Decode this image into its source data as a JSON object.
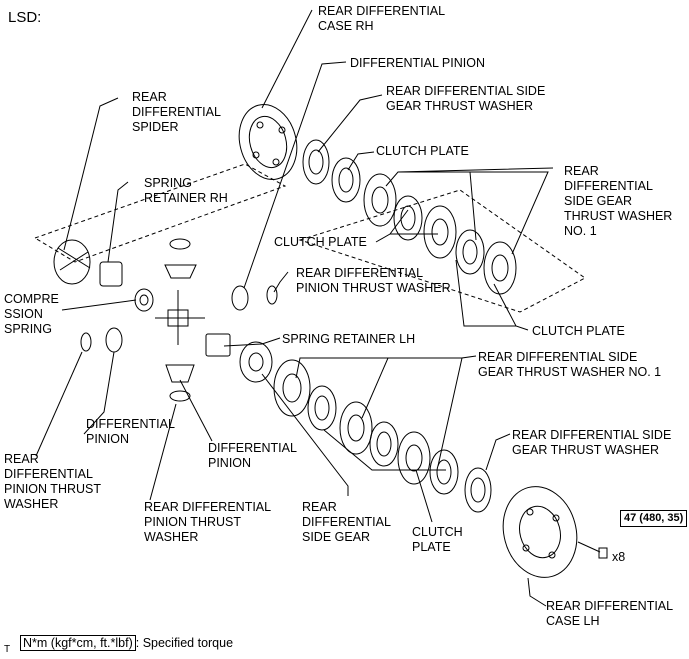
{
  "title": "LSD:",
  "labels": {
    "case_rh": "REAR DIFFERENTIAL\nCASE RH",
    "diff_pinion_top": "DIFFERENTIAL PINION",
    "side_gear_thrust_washer_top": "REAR DIFFERENTIAL SIDE\nGEAR THRUST WASHER",
    "spider": "REAR\nDIFFERENTIAL\nSPIDER",
    "clutch_plate_1": "CLUTCH PLATE",
    "side_gear_thrust_washer_no1_top": "REAR\nDIFFERENTIAL\nSIDE GEAR\nTHRUST WASHER\nNO. 1",
    "spring_retainer_rh": "SPRING\nRETAINER RH",
    "clutch_plate_2": "CLUTCH PLATE",
    "pinion_thrust_washer_top": "REAR DIFFERENTIAL\nPINION THRUST WASHER",
    "compression_spring": "COMPRE\nSSION\nSPRING",
    "clutch_plate_3": "CLUTCH PLATE",
    "spring_retainer_lh": "SPRING RETAINER LH",
    "side_gear_thrust_washer_no1_bottom": "REAR DIFFERENTIAL SIDE\nGEAR THRUST WASHER NO. 1",
    "diff_pinion_left": "DIFFERENTIAL\nPINION",
    "diff_pinion_mid": "DIFFERENTIAL\nPINION",
    "side_gear_thrust_washer_bottom": "REAR DIFFERENTIAL SIDE\nGEAR THRUST WASHER",
    "pinion_thrust_washer_left": "REAR\nDIFFERENTIAL\nPINION THRUST\nWASHER",
    "pinion_thrust_washer_mid": "REAR DIFFERENTIAL\nPINION THRUST\nWASHER",
    "side_gear": "REAR\nDIFFERENTIAL\nSIDE GEAR",
    "clutch_plate_4": "CLUTCH\nPLATE",
    "case_lh": "REAR DIFFERENTIAL\nCASE LH"
  },
  "torque": "47 (480, 35)",
  "bolt_qty": "x8",
  "legend": {
    "units": "N*m (kgf*cm, ft.*lbf)",
    "text": ": Specified torque"
  },
  "footer_mark": "T"
}
